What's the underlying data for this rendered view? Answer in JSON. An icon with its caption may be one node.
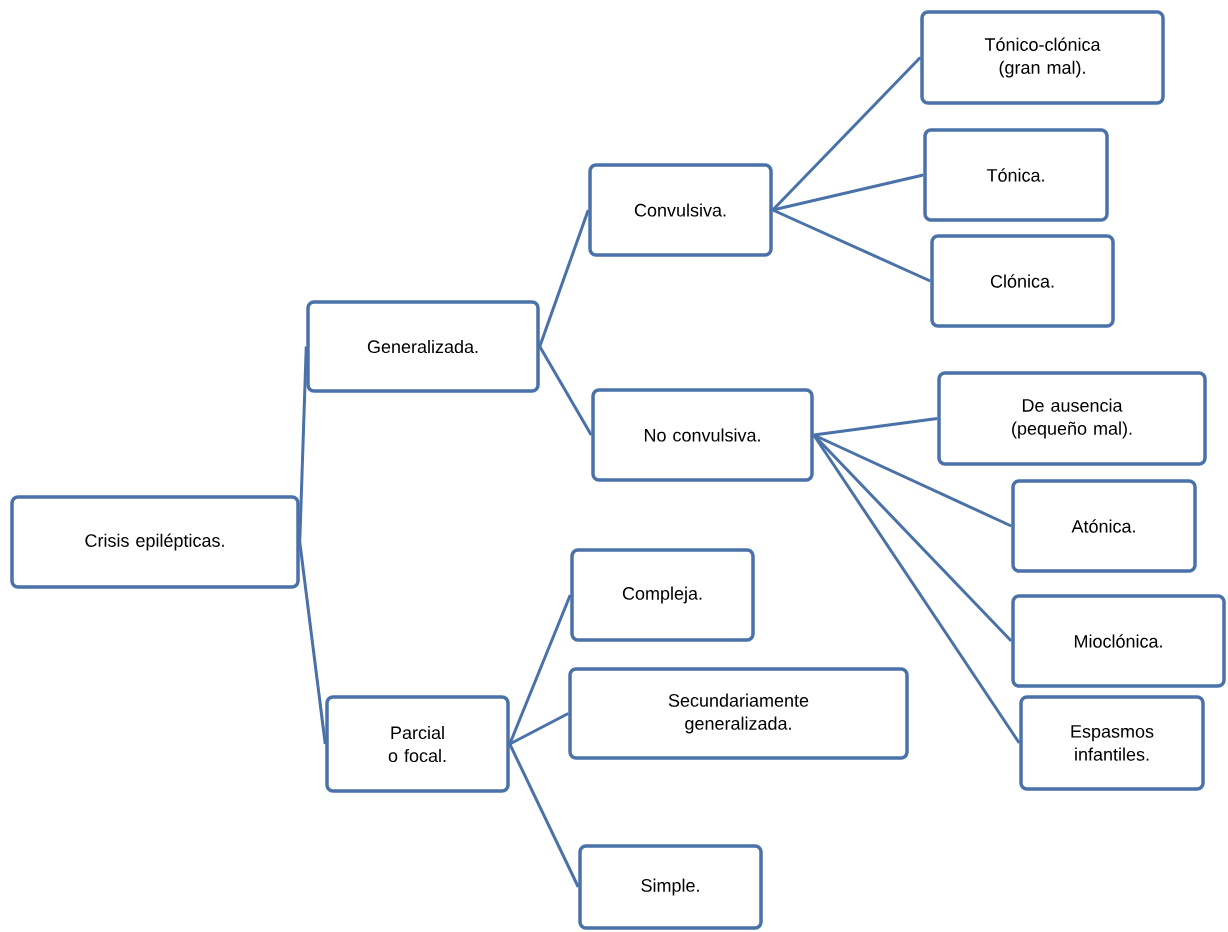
{
  "diagram": {
    "nodes": [
      {
        "text": [
          "Crisis epilépticas."
        ]
      },
      {
        "text": [
          "Generalizada."
        ]
      },
      {
        "text": [
          "Parcial o focal."
        ]
      },
      {
        "text": [
          "Convulsiva."
        ]
      },
      {
        "text": [
          "No convulsiva."
        ]
      },
      {
        "text": [
          "Compleja."
        ]
      },
      {
        "text": [
          "Secundariamente generalizada."
        ]
      },
      {
        "text": [
          "Simple."
        ]
      },
      {
        "text": [
          "Tónico-clónica (gran mal)."
        ]
      },
      {
        "text": [
          "Tónica."
        ]
      },
      {
        "text": [
          "Clónica."
        ]
      },
      {
        "text": [
          "De ausencia (pequeño mal)."
        ]
      },
      {
        "text": [
          "Atónica."
        ]
      },
      {
        "text": [
          "Mioclónica."
        ]
      },
      {
        "text": [
          "Espasmos infantiles."
        ]
      }
    ],
    "edges": [
      {
        "from": 0,
        "to": 1,
        "arrow": "none"
      },
      {
        "from": 0,
        "to": 2,
        "arrow": "none"
      },
      {
        "from": 1,
        "to": 3,
        "arrow": "none"
      },
      {
        "from": 1,
        "to": 4,
        "arrow": "none"
      },
      {
        "from": 2,
        "to": 5,
        "arrow": "none"
      },
      {
        "from": 2,
        "to": 6,
        "arrow": "none"
      },
      {
        "from": 2,
        "to": 7,
        "arrow": "none"
      },
      {
        "from": 3,
        "to": 8,
        "arrow": "none"
      },
      {
        "from": 3,
        "to": 9,
        "arrow": "none"
      },
      {
        "from": 3,
        "to": 10,
        "arrow": "none"
      },
      {
        "from": 4,
        "to": 11,
        "arrow": "none"
      },
      {
        "from": 4,
        "to": 12,
        "arrow": "none"
      },
      {
        "from": 4,
        "to": 13,
        "arrow": "none"
      },
      {
        "from": 4,
        "to": 14,
        "arrow": "none"
      }
    ]
  }
}
